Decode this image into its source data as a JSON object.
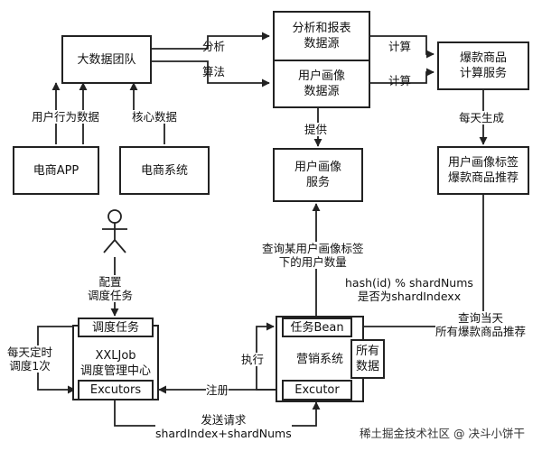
{
  "colors": {
    "line": "#222222",
    "box_border": "#222222",
    "background": "#ffffff",
    "text": "#111111"
  },
  "boxes": {
    "big_data_team": "大数据团队",
    "analysis_source": [
      "分析和报表",
      "数据源"
    ],
    "portrait_source": [
      "用户画像",
      "数据源"
    ],
    "hot_service": [
      "爆款商品",
      "计算服务"
    ],
    "ecommerce_app": "电商APP",
    "ecommerce_system": "电商系统",
    "portrait_service": [
      "用户画像",
      "服务"
    ],
    "tag_recommend": [
      "用户画像标签",
      "爆款商品推荐"
    ],
    "scheduler_task": "调度任务",
    "xxljob": [
      "XXLJob",
      "调度管理中心"
    ],
    "executors": "Excutors",
    "task_bean": "任务Bean",
    "marketing_system": "营销系统",
    "all_data": [
      "所有",
      "数据"
    ],
    "executor": "Excutor"
  },
  "labels": {
    "analysis": "分析",
    "algorithm": "算法",
    "compute_1": "计算",
    "compute_2": "计算",
    "provide": "提供",
    "daily_generate": "每天生成",
    "user_behavior": "用户行为数据",
    "core_data": "核心数据",
    "config_schedule": [
      "配置",
      "调度任务"
    ],
    "daily_timer": [
      "每天定时",
      "调度1次"
    ],
    "register": "注册",
    "execute": "执行",
    "query_users": [
      "查询某用户画像标签",
      "下的用户数量"
    ],
    "hash_check": [
      "hash(id) % shardNums",
      "是否为shardIndexx"
    ],
    "query_today": [
      "查询当天",
      "所有爆款商品推荐"
    ],
    "send_request": [
      "发送请求",
      "shardIndex+shardNums"
    ]
  },
  "watermark": "稀土掘金技术社区 @ 决斗小饼干"
}
